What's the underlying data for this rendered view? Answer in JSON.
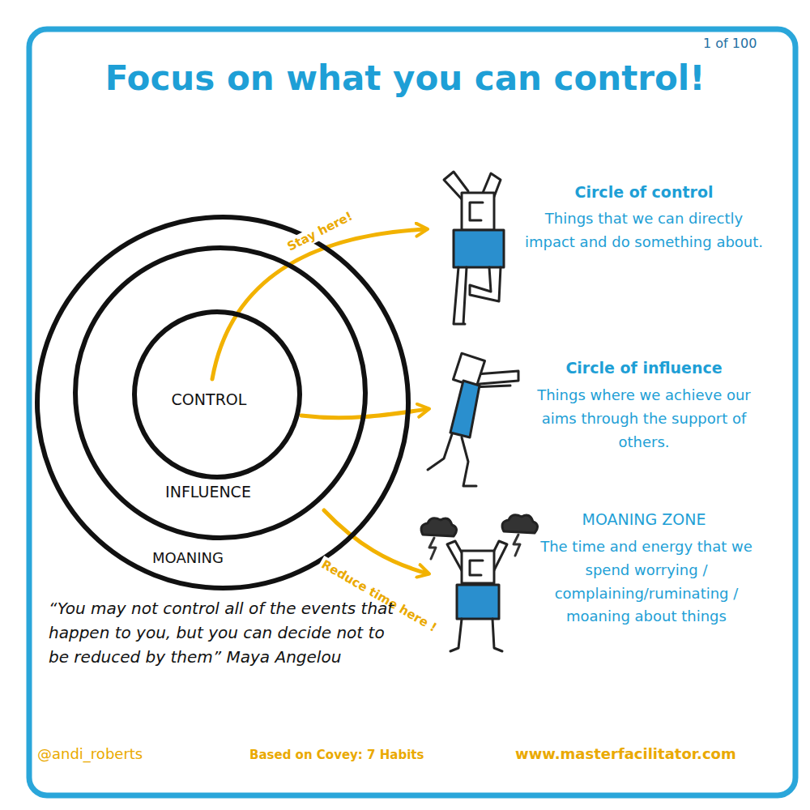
{
  "diagram": {
    "title": "Focus on what you can control!",
    "nodes": [
      {
        "text": [
          "MOANING"
        ]
      },
      {
        "text": [
          "INFLUENCE"
        ],
        "in": 0
      },
      {
        "text": [
          "CONTROL"
        ],
        "in": 1
      }
    ],
    "labels": [
      "1 of 100",
      "Stay here!",
      "Reduce time here !",
      "Circle of control",
      "Things that we can directly impact and do something about.",
      "Circle of influence",
      "Things where we achieve our aims through the support of others.",
      "MOANING ZONE",
      "The time and energy that we spend worrying / complaining/ruminating / moaning about things",
      "“You may not control all of the events that happen to you, but you can decide not to be reduced by them” Maya Angelou",
      "@andi_roberts",
      "Based on Covey: 7 Habits",
      "www.masterfacilitator.com"
    ]
  }
}
